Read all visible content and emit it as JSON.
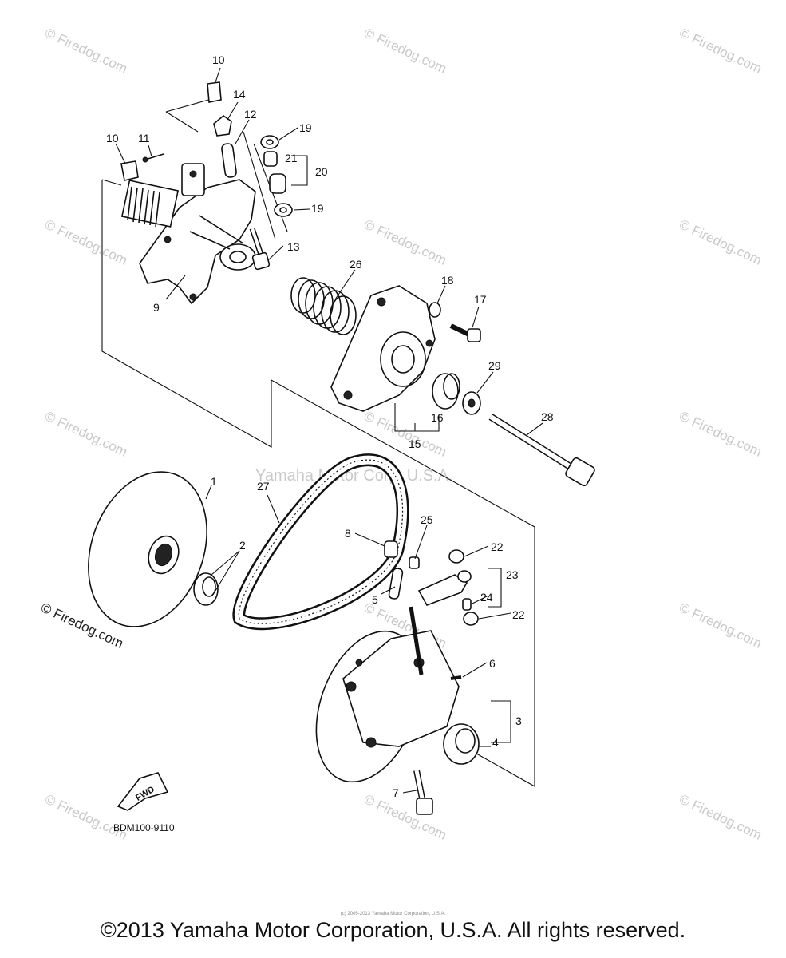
{
  "diagram": {
    "callouts": [
      "10",
      "14",
      "12",
      "19",
      "21",
      "20",
      "10",
      "11",
      "19",
      "13",
      "9",
      "26",
      "18",
      "17",
      "29",
      "16",
      "15",
      "28",
      "1",
      "27",
      "8",
      "25",
      "22",
      "2",
      "5",
      "23",
      "24",
      "22",
      "6",
      "3",
      "4",
      "7"
    ],
    "part_code": "BDM100-9110",
    "fwd_label": "FWD"
  },
  "watermarks": {
    "firedog": "© Firedog.com",
    "yamaha": "Yamaha Motor Corp, U.S.A."
  },
  "tiny_copyright": "(c) 2005-2013 Yamaha Motor Corporation, U.S.A.",
  "footer": "©2013 Yamaha Motor Corporation, U.S.A. All rights reserved."
}
